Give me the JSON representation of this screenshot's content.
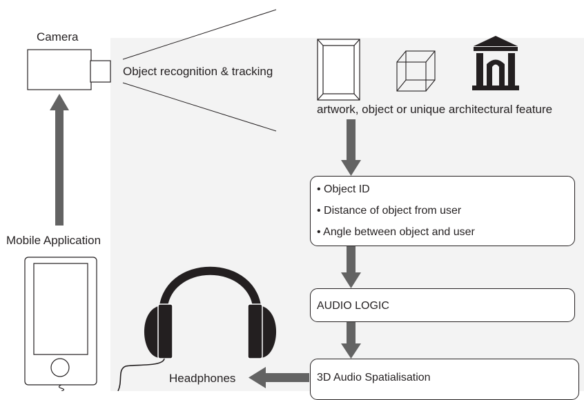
{
  "labels": {
    "camera": "Camera",
    "recognition": "Object recognition & tracking",
    "targets": "artwork, object or unique architectural feature",
    "mobile": "Mobile Application",
    "headphones": "Headphones"
  },
  "info_box": {
    "lines": [
      "• Object ID",
      "• Distance of object from user",
      "• Angle between object and user"
    ]
  },
  "audio_logic": "AUDIO LOGIC",
  "spatialisation": "3D Audio Spatialisation",
  "icons": [
    "camera-icon",
    "picture-frame-icon",
    "cube-icon",
    "museum-building-icon",
    "smartphone-icon",
    "headphones-icon"
  ],
  "colors": {
    "arrow": "#636363",
    "stroke": "#231f20",
    "panel": "#f3f3f3"
  }
}
